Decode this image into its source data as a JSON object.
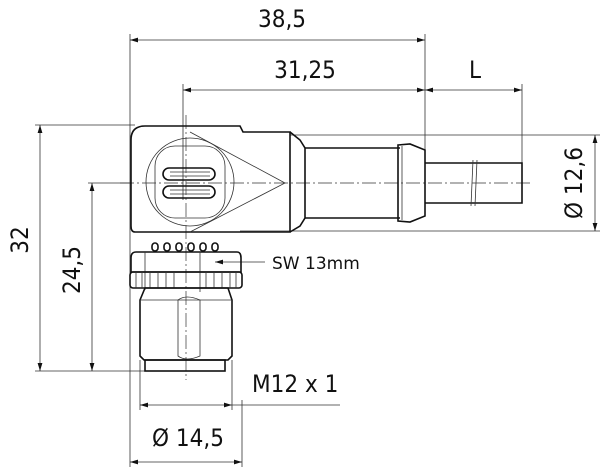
{
  "drawing": {
    "title": "Angled M12 female connector with cable",
    "dimensions": {
      "overall_length": "38,5",
      "center_to_end": "31,25",
      "cable_length": "L",
      "cable_diameter": "Ø 12,6",
      "overall_height": "32",
      "center_height": "24,5",
      "wrench_size": "SW 13mm",
      "thread": "M12 x 1",
      "nut_diameter": "Ø 14,5"
    },
    "colors": {
      "line": "#111111",
      "background": "#ffffff"
    }
  }
}
